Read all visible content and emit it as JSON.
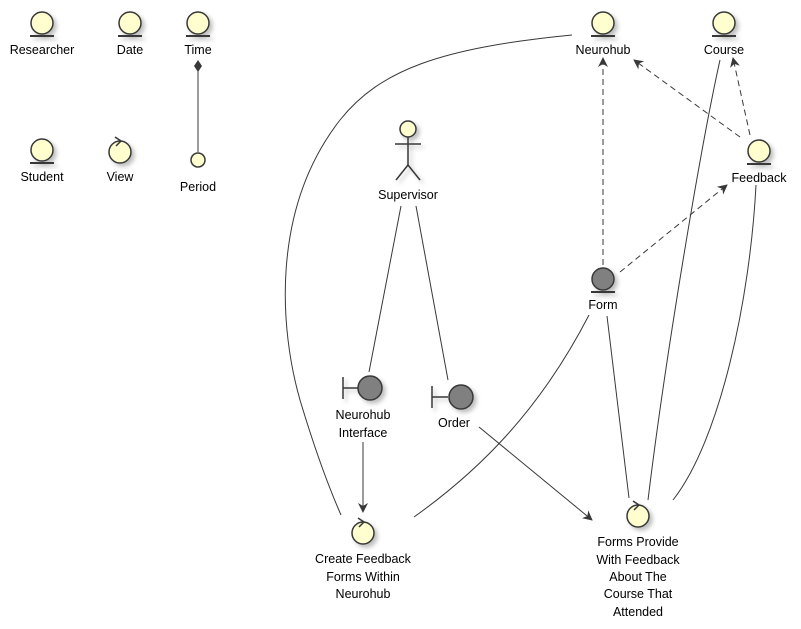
{
  "diagram": {
    "nodes": {
      "researcher": "Researcher",
      "date": "Date",
      "time": "Time",
      "student": "Student",
      "view": "View",
      "period": "Period",
      "neurohub": "Neurohub",
      "course": "Course",
      "feedback": "Feedback",
      "supervisor": "Supervisor",
      "form": "Form",
      "neurohub_interface": [
        "Neurohub",
        "Interface"
      ],
      "order": "Order",
      "create_feedback": [
        "Create Feedback",
        "Forms Within",
        "Neurohub"
      ],
      "forms_provide": [
        "Forms Provide",
        "With Feedback",
        "About The",
        "Course That",
        "Attended"
      ]
    },
    "colors": {
      "entity_fill": "#FEFECE",
      "dark_fill": "#808080",
      "stroke": "#383838"
    }
  }
}
